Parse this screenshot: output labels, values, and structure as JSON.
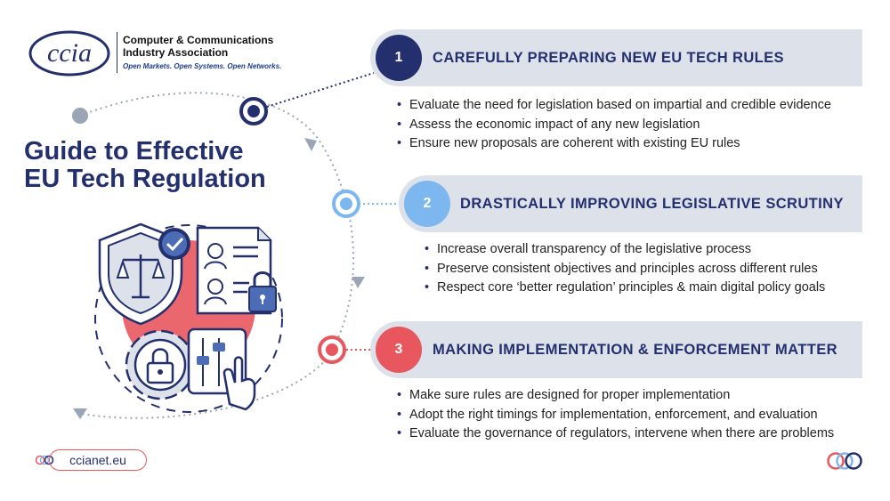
{
  "logo": {
    "mark_text": "ccia",
    "org_line1": "Computer & Communications",
    "org_line2": "Industry Association",
    "tagline": "Open Markets. Open Systems. Open Networks."
  },
  "title": {
    "line1": "Guide to Effective",
    "line2": "EU Tech Regulation"
  },
  "sections": [
    {
      "number": "1",
      "heading": "CAREFULLY PREPARING NEW EU TECH RULES",
      "color": "#24306e",
      "bullets": [
        "Evaluate the need for legislation based on impartial and credible evidence",
        "Assess the economic impact of any new legislation",
        "Ensure new proposals are coherent with existing EU rules"
      ]
    },
    {
      "number": "2",
      "heading": "DRASTICALLY IMPROVING LEGISLATIVE SCRUTINY",
      "color": "#7cb8ef",
      "bullets": [
        "Increase overall transparency of the legislative process",
        "Preserve consistent objectives and principles across different rules",
        "Respect core ‘better regulation’ principles & main digital policy goals"
      ]
    },
    {
      "number": "3",
      "heading": "MAKING IMPLEMENTATION & ENFORCEMENT MATTER",
      "color": "#e8575e",
      "bullets": [
        "Make sure rules are designed for proper implementation",
        "Adopt the right timings for implementation, enforcement, and evaluation",
        "Evaluate the governance of regulators, intervene when there are problems"
      ]
    }
  ],
  "footer": {
    "url": "ccianet.eu"
  },
  "icons": {
    "illustration": "regulation-illustration-icon",
    "shield": "shield-scales-icon",
    "document": "document-lock-icon",
    "gear": "gear-lock-icon",
    "controls": "control-panel-hand-icon"
  },
  "colors": {
    "navy": "#24306e",
    "light_blue": "#7cb8ef",
    "coral": "#e8575e",
    "band": "#dde1ea"
  }
}
